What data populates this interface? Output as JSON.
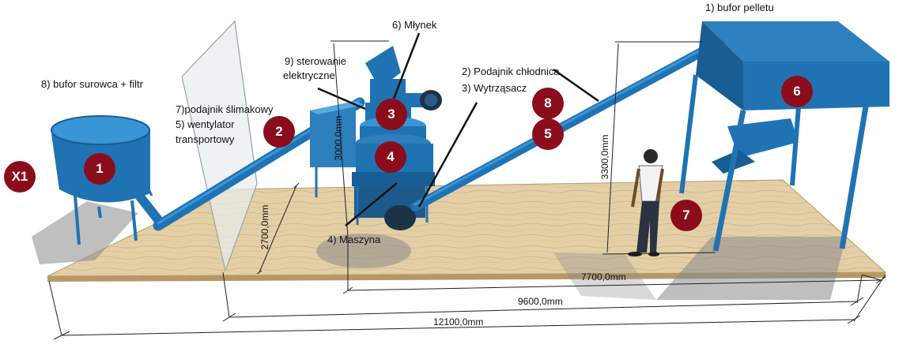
{
  "colors": {
    "machine_blue": "#1f73b3",
    "machine_blue_light": "#3a95d6",
    "badge": "#8b0d1b",
    "floor": "#e4cfa6",
    "shadow": "#8a8a8a"
  },
  "labels": {
    "buffer_pellet": "1) bufor pelletu",
    "mill": "6) Młynek",
    "control": "9) sterowanie",
    "control_line2": "elektryczne",
    "feeder_cooler": "2) Podajnik chłodnica",
    "shaker": "3) Wytrząsacz",
    "raw_buffer": "8) bufor surowca + filtr",
    "screw_feeder": "7)podajnik ślimakowy",
    "fan": "5) wentylator",
    "fan_line2": "transportowy",
    "machine": "4) Maszyna"
  },
  "badges": {
    "b1": "1",
    "b2": "2",
    "b3": "3",
    "b4": "4",
    "b5": "5",
    "b6": "6",
    "b7": "7",
    "b8": "8",
    "x1": "X1"
  },
  "dimensions": {
    "d7700": "7700,0mm",
    "d9600": "9600,0mm",
    "d12100": "12100,0mm",
    "d2700": "2700,0mm",
    "d3000": "3000,0mm",
    "d3300": "3300,0mm"
  }
}
